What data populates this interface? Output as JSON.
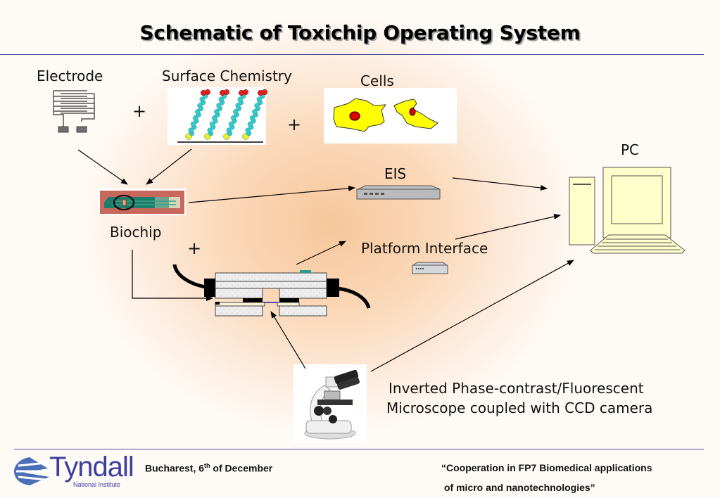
{
  "slide": {
    "title": "Schematic of Toxichip Operating System"
  },
  "components": {
    "electrode": {
      "label": "Electrode",
      "icon": "interdigitated-electrode-icon"
    },
    "surface_chemistry": {
      "label": "Surface Chemistry",
      "icon": "molecular-chains-icon"
    },
    "cells": {
      "label": "Cells",
      "icon": "cells-icon"
    },
    "biochip": {
      "label": "Biochip",
      "icon": "biochip-photo"
    },
    "eis": {
      "label": "EIS",
      "icon": "eis-device-icon"
    },
    "platform_interface": {
      "label": "Platform Interface",
      "icon": "interface-device-icon"
    },
    "pc": {
      "label": "PC",
      "icon": "computer-icon"
    },
    "microscope": {
      "label_line1": "Inverted Phase-contrast/Fluorescent",
      "label_line2": "Microscope coupled with CCD camera",
      "icon": "microscope-photo"
    },
    "flow_cell": {
      "icon": "flow-cell-cross-section"
    }
  },
  "operators": {
    "plus": "+"
  },
  "colors": {
    "accent_rule": "#4b4f9a",
    "glow": "#f8c79b",
    "cell_yellow": "#ffff00",
    "nucleus_red": "#e00000",
    "molecule_cyan": "#33cccc",
    "molecule_red": "#dd2222",
    "molecule_yellow": "#eeee22",
    "pc_fill": "#ffffcc",
    "tyndall_blue": "#3b3f9e"
  },
  "footer": {
    "logo_name": "Tyndall",
    "logo_subtitle": "National Institute",
    "location": "Bucharest, 6",
    "location_sup": "th",
    "location_rest": " of December",
    "event_line1": "“Cooperation in FP7 Biomedical applications",
    "event_line2": "of micro and nanotechnologies”"
  }
}
